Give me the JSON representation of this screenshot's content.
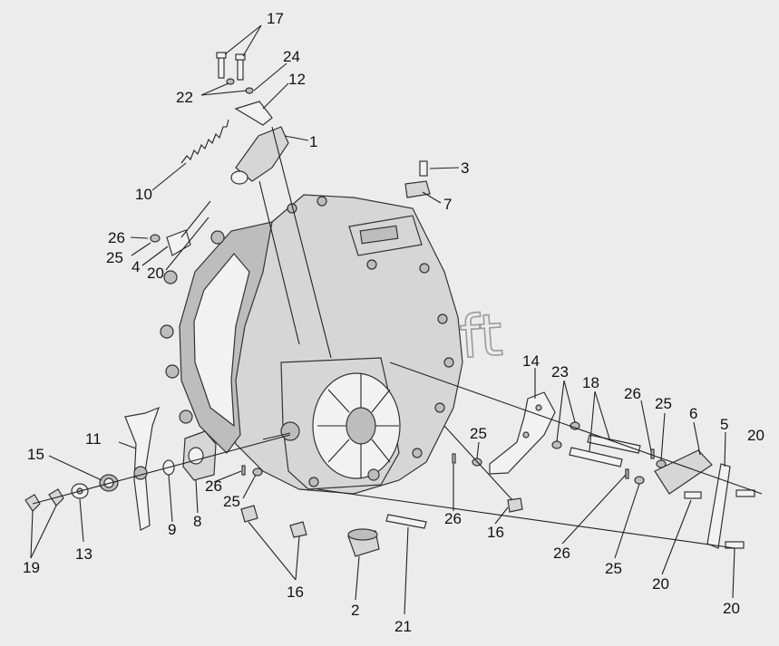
{
  "watermark": "AutoSoft",
  "callouts": [
    "1",
    "2",
    "3",
    "4",
    "5",
    "6",
    "7",
    "8",
    "9",
    "10",
    "11",
    "12",
    "13",
    "14",
    "15",
    "16",
    "17",
    "18",
    "19",
    "20",
    "21",
    "22",
    "23",
    "24",
    "25",
    "26"
  ],
  "labels": [
    {
      "id": "l17",
      "text": "17"
    },
    {
      "id": "l24",
      "text": "24"
    },
    {
      "id": "l12",
      "text": "12"
    },
    {
      "id": "l22",
      "text": "22"
    },
    {
      "id": "l1",
      "text": "1"
    },
    {
      "id": "l3",
      "text": "3"
    },
    {
      "id": "l7",
      "text": "7"
    },
    {
      "id": "l10",
      "text": "10"
    },
    {
      "id": "l26a",
      "text": "26"
    },
    {
      "id": "l25a",
      "text": "25"
    },
    {
      "id": "l4",
      "text": "4"
    },
    {
      "id": "l20a",
      "text": "20"
    },
    {
      "id": "l14",
      "text": "14"
    },
    {
      "id": "l23",
      "text": "23"
    },
    {
      "id": "l18",
      "text": "18"
    },
    {
      "id": "l26b",
      "text": "26"
    },
    {
      "id": "l25b",
      "text": "25"
    },
    {
      "id": "l6",
      "text": "6"
    },
    {
      "id": "l5",
      "text": "5"
    },
    {
      "id": "l20b",
      "text": "20"
    },
    {
      "id": "l25c",
      "text": "25"
    },
    {
      "id": "l11",
      "text": "11"
    },
    {
      "id": "l15",
      "text": "15"
    },
    {
      "id": "l26c",
      "text": "26"
    },
    {
      "id": "l25d",
      "text": "25"
    },
    {
      "id": "l9",
      "text": "9"
    },
    {
      "id": "l8",
      "text": "8"
    },
    {
      "id": "l26d",
      "text": "26"
    },
    {
      "id": "l16a",
      "text": "16"
    },
    {
      "id": "l19",
      "text": "19"
    },
    {
      "id": "l13",
      "text": "13"
    },
    {
      "id": "l26e",
      "text": "26"
    },
    {
      "id": "l25e",
      "text": "25"
    },
    {
      "id": "l20c",
      "text": "20"
    },
    {
      "id": "l16b",
      "text": "16"
    },
    {
      "id": "l2",
      "text": "2"
    },
    {
      "id": "l21",
      "text": "21"
    },
    {
      "id": "l20d",
      "text": "20"
    }
  ]
}
